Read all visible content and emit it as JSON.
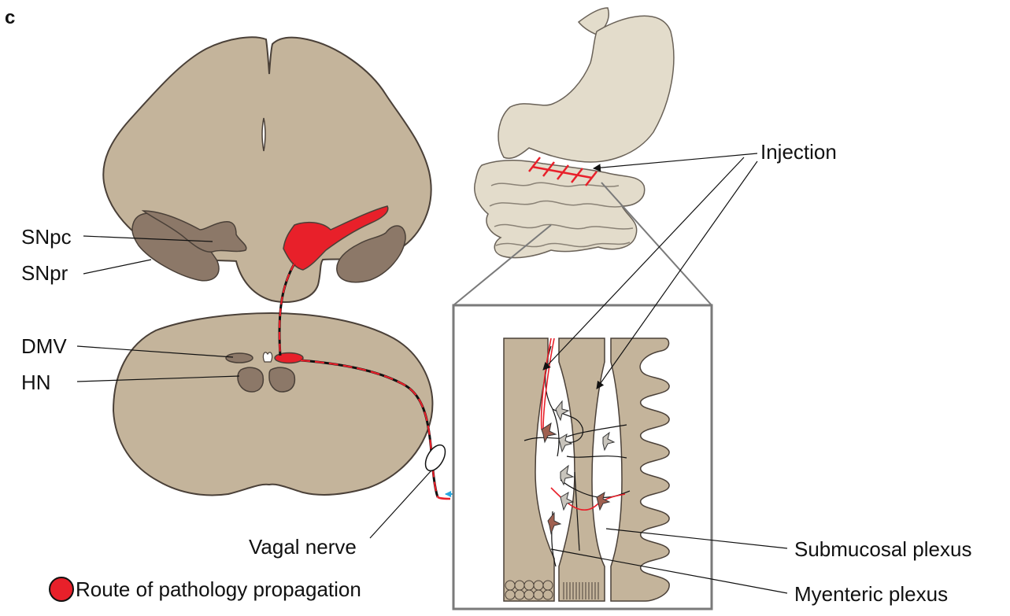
{
  "panel_letter": "c",
  "labels": {
    "snpc": "SNpc",
    "snpr": "SNpr",
    "dmv": "DMV",
    "hn": "HN",
    "vagal_nerve": "Vagal nerve",
    "injection": "Injection",
    "submucosal_plexus": "Submucosal plexus",
    "myenteric_plexus": "Myenteric plexus"
  },
  "legend": {
    "route_label": "Route of pathology propagation"
  },
  "colors": {
    "tissue": "#c4b49b",
    "tissue_stroke": "#4a4038",
    "nucleus": "#8c7868",
    "pathology": "#e8202a",
    "organ": "#e3dccb",
    "neuron_affected": "#a06050",
    "neuron_normal": "#c8c4bc",
    "arrow_blue": "#29a8e0",
    "zoom_box": "#7a7a7a"
  },
  "icons": {
    "legend_marker": "red-circle-icon",
    "neuron": "neuron-icon",
    "blue_arrow": "transport-arrow-icon"
  }
}
